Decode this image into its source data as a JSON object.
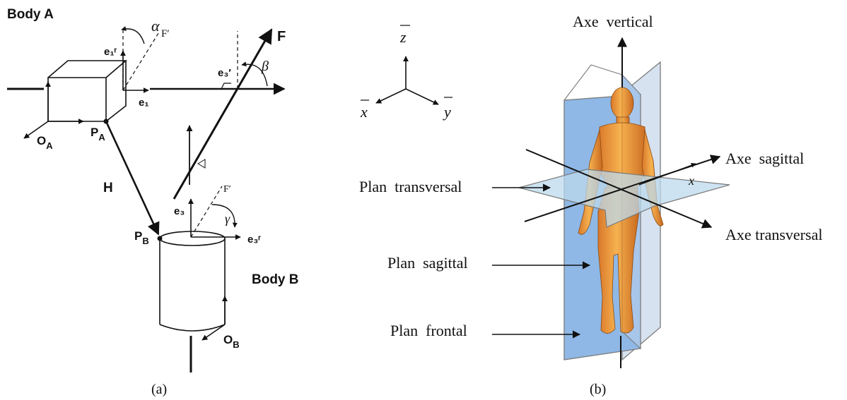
{
  "panel_a": {
    "caption": "(a)",
    "body_a": "Body A",
    "body_b": "Body B",
    "e1r": "e₁ʳ",
    "e1": "e₁",
    "e3p": "e₃′",
    "e3": "e₃",
    "e3r": "e₃ʳ",
    "fprime_top": "F′",
    "fprime_low": "F′",
    "f": "F",
    "alpha": "α",
    "beta": "β",
    "gamma": "γ",
    "oa": "O",
    "oa_sub": "A",
    "pa": "P",
    "pa_sub": "A",
    "pb": "P",
    "pb_sub": "B",
    "ob": "O",
    "ob_sub": "B",
    "h": "H"
  },
  "panel_b": {
    "caption": "(b)",
    "z_axis": "z",
    "x_axis": "x",
    "y_axis": "y",
    "axe_vertical": "Axe  vertical",
    "axe_sagittal": "Axe  sagittal",
    "axe_transversal": "Axe transversal",
    "plan_transversal": "Plan  transversal",
    "plan_sagittal": "Plan  sagittal",
    "plan_frontal": "Plan  frontal",
    "x_plane": "x",
    "colors": {
      "plane_blue": "#8fb8e6",
      "plane_transverse": "#bcd9ec",
      "plane_border": "#7a7a7a",
      "body_orange": "#f3a23a"
    }
  }
}
